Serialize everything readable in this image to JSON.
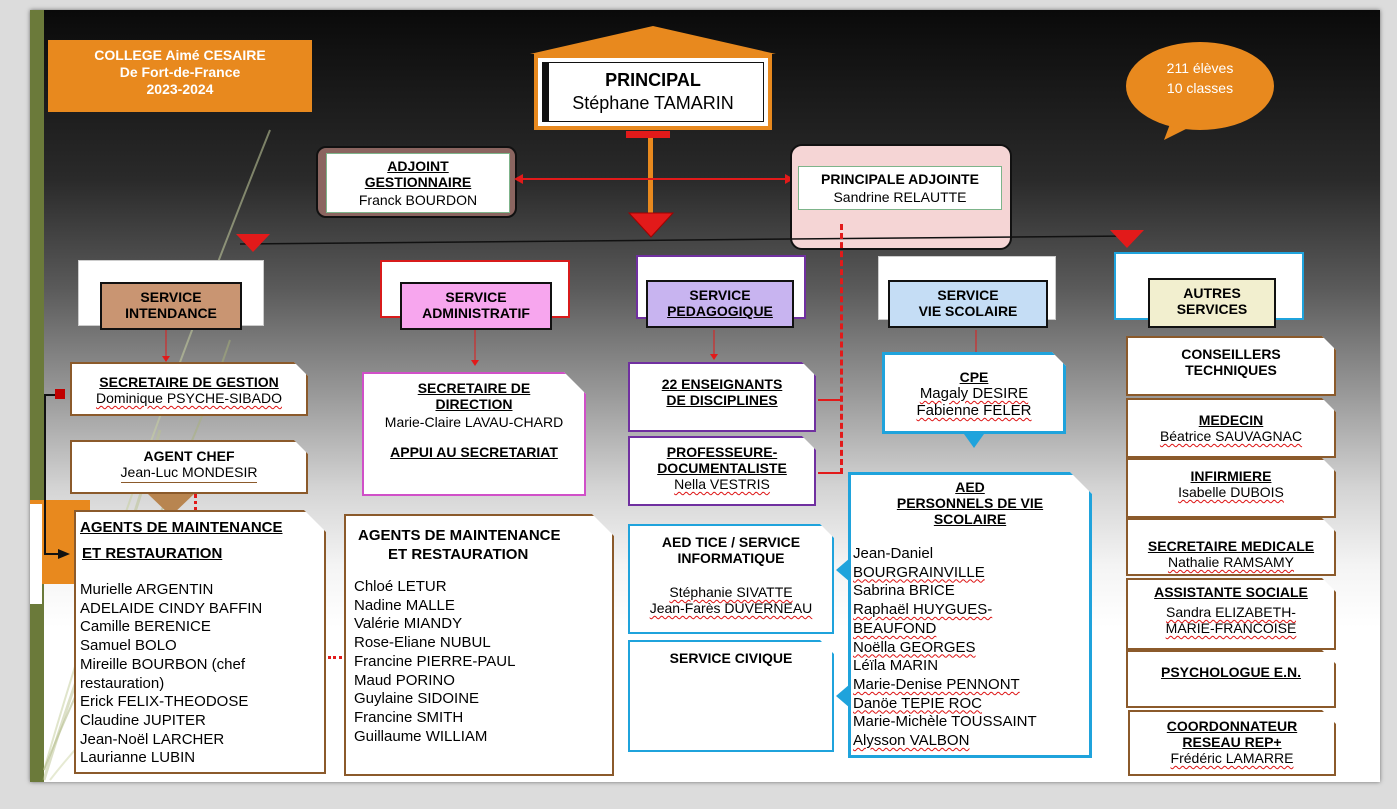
{
  "college": {
    "line1": "COLLEGE Aimé CESAIRE",
    "line2": "De Fort-de-France",
    "line3": "2023-2024"
  },
  "bubble": {
    "line1": "211 élèves",
    "line2": "10 classes"
  },
  "principal": {
    "title": "PRINCIPAL",
    "name": "Stéphane TAMARIN"
  },
  "adjoint_gestionnaire": {
    "title1": "ADJOINT",
    "title2": "GESTIONNAIRE",
    "name": "Franck BOURDON"
  },
  "principale_adjointe": {
    "title": "PRINCIPALE ADJOINTE",
    "name": "Sandrine RELAUTTE"
  },
  "services": {
    "intendance": {
      "line1": "SERVICE",
      "line2": "INTENDANCE"
    },
    "administratif": {
      "line1": "SERVICE",
      "line2": "ADMINISTRATIF"
    },
    "pedagogique": {
      "line1": "SERVICE",
      "line2": "PEDAGOGIQUE"
    },
    "vie_scolaire": {
      "line1": "SERVICE",
      "line2": "VIE SCOLAIRE"
    },
    "autres": {
      "line1": "AUTRES",
      "line2": "SERVICES"
    }
  },
  "intendance": {
    "secretaire_gestion": {
      "title": "SECRETAIRE DE GESTION",
      "name": "Dominique PSYCHE-SIBADO"
    },
    "agent_chef": {
      "title": "AGENT CHEF",
      "name": "Jean-Luc MONDESIR"
    },
    "agents": {
      "title1": "AGENTS DE MAINTENANCE",
      "title2": "ET RESTAURATION",
      "names": [
        "Murielle ARGENTIN",
        "ADELAIDE CINDY  BAFFIN",
        "Camille BERENICE",
        "Samuel BOLO",
        "Mireille BOURBON (chef",
        "restauration)",
        "Erick FELIX-THEODOSE",
        "Claudine JUPITER",
        "Jean-Noël LARCHER",
        "Laurianne LUBIN"
      ]
    }
  },
  "administratif": {
    "secretaire_direction": {
      "title1": "SECRETAIRE DE",
      "title2": "DIRECTION",
      "name": "Marie-Claire LAVAU-CHARD",
      "appui": "APPUI AU SECRETARIAT"
    },
    "agents": {
      "title1": "AGENTS DE MAINTENANCE",
      "title2": "ET RESTAURATION",
      "names": [
        "Chloé LETUR",
        "Nadine MALLE",
        "Valérie MIANDY",
        "Rose-Eliane NUBUL",
        "Francine PIERRE-PAUL",
        "Maud PORINO",
        "Guylaine SIDOINE",
        "Francine SMITH",
        "Guillaume WILLIAM"
      ]
    }
  },
  "pedagogique": {
    "enseignants": {
      "line1": "22 ENSEIGNANTS",
      "line2": "DE DISCIPLINES"
    },
    "documentaliste": {
      "line1": "PROFESSEURE-",
      "line2": "DOCUMENTALISTE",
      "name": "Nella VESTRIS"
    },
    "aed_tice": {
      "line1": "AED TICE / SERVICE",
      "line2": "INFORMATIQUE",
      "names": [
        "Stéphanie SIVATTE",
        "Jean-Farès DUVERNEAU"
      ]
    },
    "civique": {
      "title": "SERVICE CIVIQUE"
    }
  },
  "vie_scolaire": {
    "cpe": {
      "title": "CPE",
      "names": [
        "Magaly DESIRE",
        "Fabienne FELER"
      ]
    },
    "aed": {
      "line1": "AED",
      "line2": "PERSONNELS DE VIE",
      "line3": "SCOLAIRE",
      "names": [
        "Jean-Daniel",
        "BOURGRAINVILLE",
        "Sabrina BRICE",
        "Raphaël HUYGUES-",
        "BEAUFOND",
        "Noëlla GEORGES",
        "Léïla MARIN",
        "Marie-Denise PENNONT",
        "Danöe TEPIE ROC",
        "Marie-Michèle TOUSSAINT",
        "Alysson VALBON"
      ]
    }
  },
  "autres": {
    "conseillers": {
      "line1": "CONSEILLERS",
      "line2": "TECHNIQUES"
    },
    "medecin": {
      "title": "MEDECIN",
      "name": "Béatrice SAUVAGNAC"
    },
    "infirmiere": {
      "title": "INFIRMIERE",
      "name": "Isabelle DUBOIS"
    },
    "secretaire_medicale": {
      "title": "SECRETAIRE MEDICALE",
      "name": "Nathalie RAMSAMY"
    },
    "assistante_sociale": {
      "title": "ASSISTANTE SOCIALE",
      "name1": "Sandra ELIZABETH-",
      "name2": "MARIE-FRANCOISE"
    },
    "psychologue": {
      "title": "PSYCHOLOGUE E.N."
    },
    "coordonnateur": {
      "line1": "COORDONNATEUR",
      "line2": "RESEAU REP+",
      "name": "Frédéric LAMARRE"
    }
  },
  "colors": {
    "orange": "#e8891e",
    "brown": "#8b5a2b",
    "red": "#e21a1a",
    "blue": "#1fa3dc",
    "purple": "#7030a0",
    "tan": "#c99572",
    "pink": "#f7a6ee",
    "lavender": "#c8b4f0",
    "lightblue": "#c5ddf5",
    "cream": "#f2efcf"
  }
}
